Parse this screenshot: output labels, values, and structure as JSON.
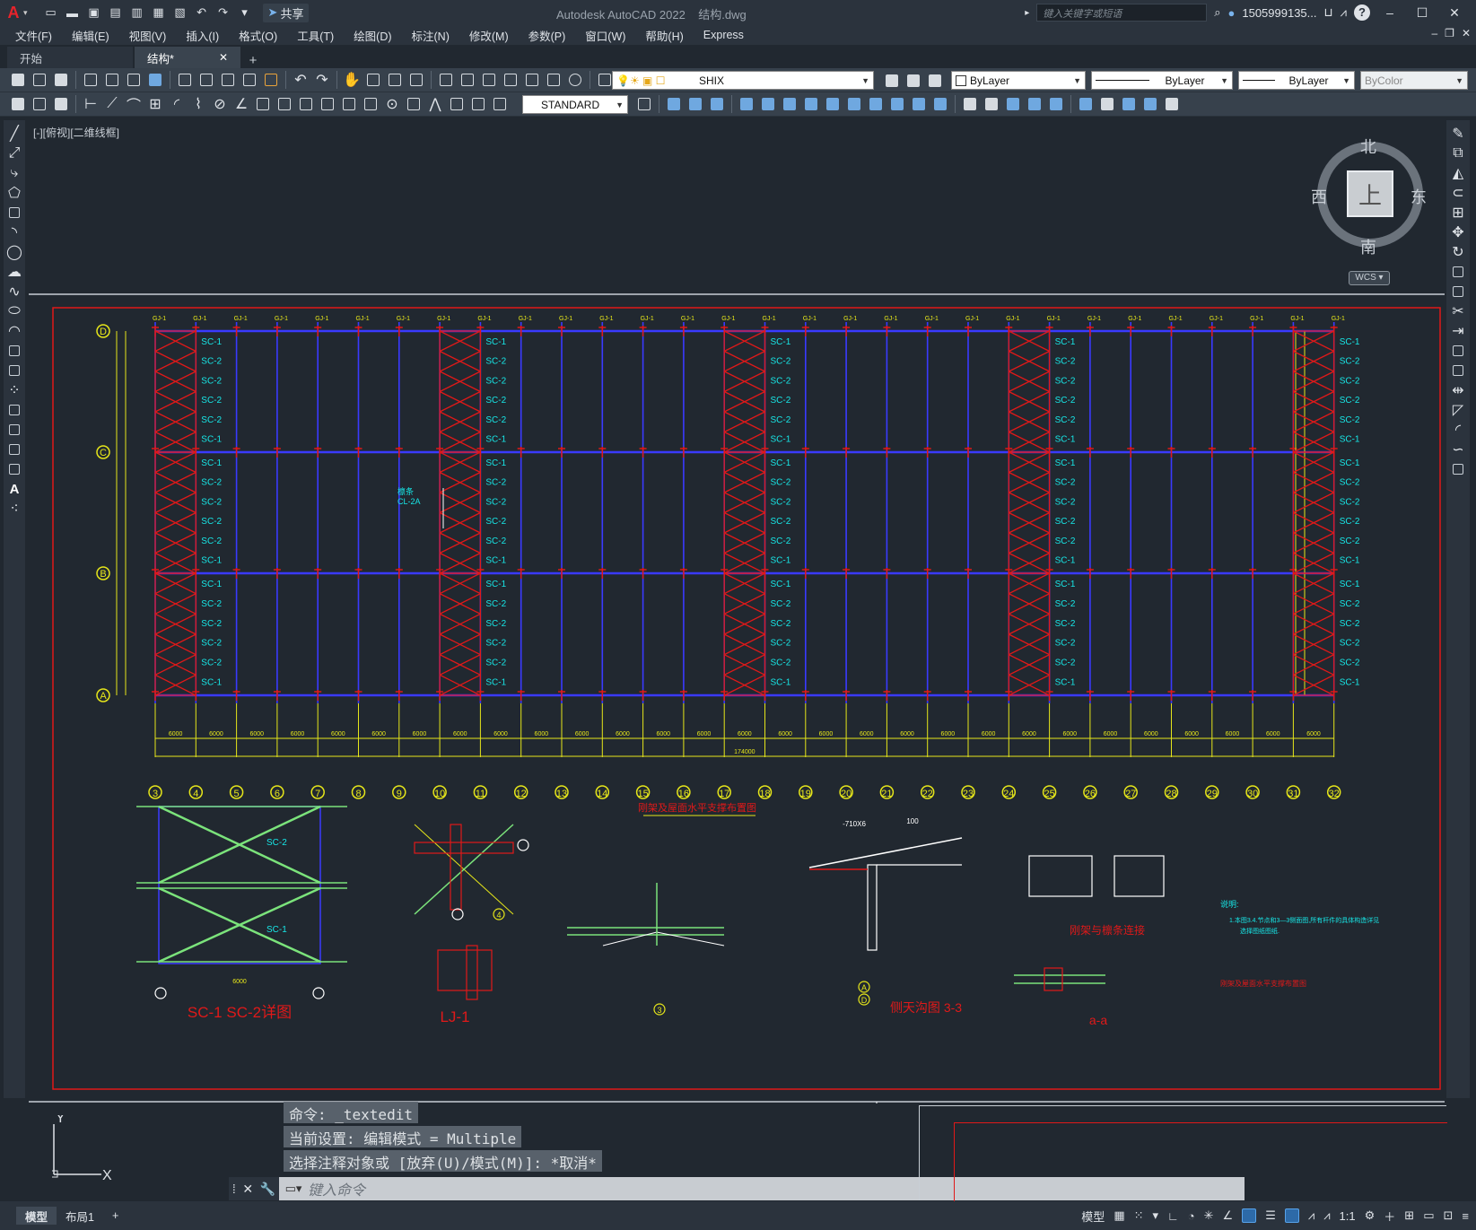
{
  "app": {
    "logo": "A",
    "title": "Autodesk AutoCAD 2022",
    "filename": "结构.dwg",
    "share_label": "共享",
    "search_placeholder": "键入关键字或短语",
    "user": "1505999135...",
    "help": "?"
  },
  "menu": [
    "文件(F)",
    "编辑(E)",
    "视图(V)",
    "插入(I)",
    "格式(O)",
    "工具(T)",
    "绘图(D)",
    "标注(N)",
    "修改(M)",
    "参数(P)",
    "窗口(W)",
    "帮助(H)",
    "Express"
  ],
  "tabs": [
    {
      "label": "开始",
      "active": false
    },
    {
      "label": "结构*",
      "active": true
    }
  ],
  "toolbar": {
    "layer_name": "SHIX",
    "color": "ByLayer",
    "linetype": "ByLayer",
    "lineweight": "ByLayer",
    "plotstyle": "ByColor",
    "dimstyle": "STANDARD"
  },
  "view": {
    "label": "[-][俯视][二维线框]",
    "compass": {
      "north": "北",
      "south": "南",
      "west": "西",
      "east": "东",
      "top": "上"
    },
    "wcs": "WCS"
  },
  "drawing": {
    "plan_title": "刚架及屋面水平支撑布置图",
    "brace_labels_a": [
      "SC-1",
      "SC-2",
      "SC-2",
      "SC-2",
      "SC-2",
      "SC-1"
    ],
    "row_axes": [
      "D",
      "C",
      "B",
      "A"
    ],
    "col_axes": [
      "3",
      "4",
      "5",
      "6",
      "7",
      "8",
      "9",
      "10",
      "11",
      "12",
      "13",
      "14",
      "15",
      "16",
      "17",
      "18",
      "19",
      "20",
      "21",
      "22",
      "23",
      "24",
      "25",
      "26",
      "27",
      "28",
      "29",
      "30",
      "31",
      "32"
    ],
    "bay_dim": "6000",
    "total_dim": "174000",
    "purlin_label": "CL-2A",
    "purlin_label_prefix": "檩条",
    "details": {
      "sc_title": "SC-1 SC-2详图",
      "sc_span": "6000",
      "lj_title": "LJ-1",
      "section_title": "侧天沟图 3-3",
      "connection_title": "刚架与檩条连接",
      "aa_title": "a-a",
      "note_title": "说明:",
      "note_text": "1.本图3.4.节点和3—3侧面图,所有杆件的具体构造详见",
      "note_text2": "选择图纸图纸.",
      "note_caption": "刚架及屋面水平支撑布置图",
      "label_710x6": "-710X6",
      "label_100": "100",
      "sub_sc2": "SC-2",
      "sub_sc1": "SC-1",
      "circle_3": "3",
      "circle_4": "4",
      "axis_a": "A",
      "axis_d": "D"
    }
  },
  "command": {
    "history": [
      "命令: _textedit",
      "当前设置: 编辑模式 = Multiple",
      "选择注释对象或 [放弃(U)/模式(M)]: *取消*"
    ],
    "placeholder": "键入命令"
  },
  "ucs": {
    "x": "X",
    "y": "Y"
  },
  "status": {
    "layouts": [
      {
        "label": "模型",
        "active": true
      },
      {
        "label": "布局1",
        "active": false
      }
    ],
    "model_label": "模型",
    "scale": "1:1"
  },
  "colors": {
    "background": "#212830",
    "frame": "#e01919",
    "grid_line": "#3a3aff",
    "brace": "#e01919",
    "label": "#17e6e6",
    "dim": "#e6e61a"
  }
}
